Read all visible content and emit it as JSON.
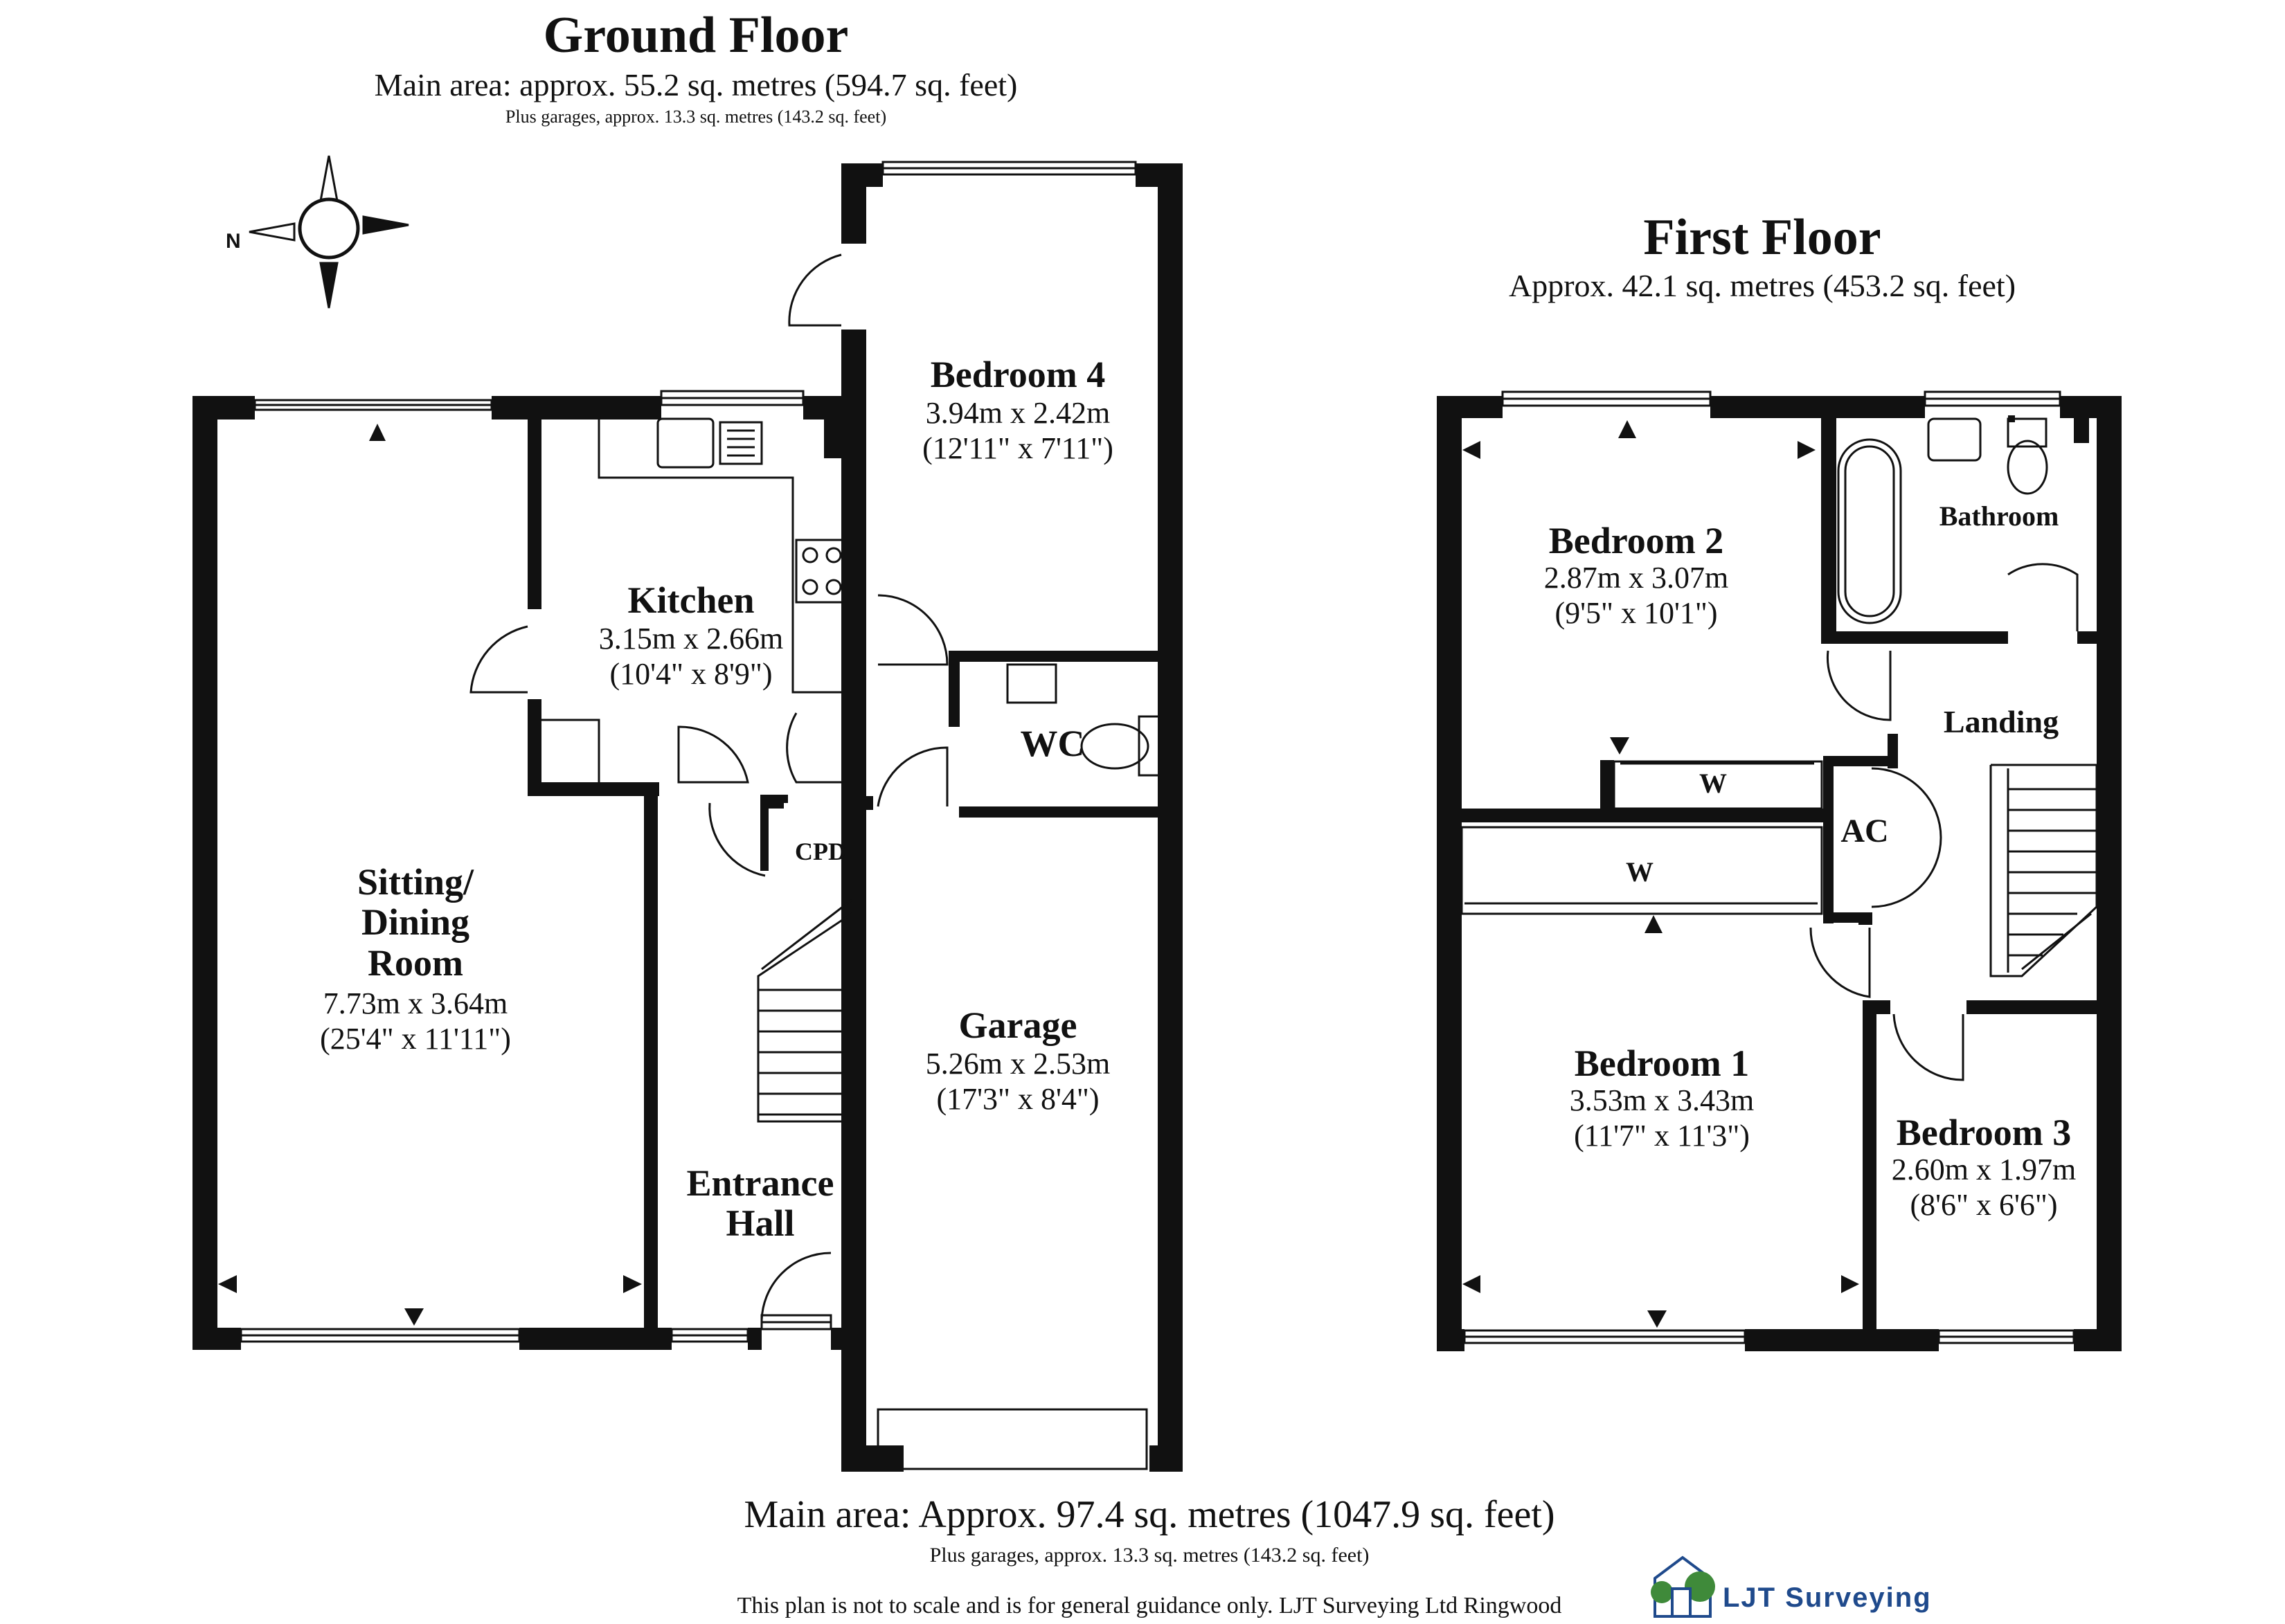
{
  "colors": {
    "wall": "#111111",
    "background": "#ffffff",
    "logo_blue": "#1f4a8c",
    "logo_green": "#3f8a3a"
  },
  "ground_floor": {
    "title": "Ground Floor",
    "main_area": "Main area: approx. 55.2 sq. metres (594.7 sq. feet)",
    "plus_garages": "Plus garages, approx. 13.3 sq. metres (143.2 sq. feet)",
    "compass_label": "N",
    "rooms": {
      "sitting_line1": "Sitting/",
      "sitting_line2": "Dining",
      "sitting_line3": "Room",
      "sitting_dim_m": "7.73m x 3.64m",
      "sitting_dim_ft": "(25'4\" x 11'11\")",
      "kitchen": "Kitchen",
      "kitchen_dim_m": "3.15m x 2.66m",
      "kitchen_dim_ft": "(10'4\" x 8'9\")",
      "bedroom4": "Bedroom 4",
      "bedroom4_dim_m": "3.94m x 2.42m",
      "bedroom4_dim_ft": "(12'11\" x 7'11\")",
      "wc": "WC",
      "cpd": "CPD",
      "garage": "Garage",
      "garage_dim_m": "5.26m x 2.53m",
      "garage_dim_ft": "(17'3\" x 8'4\")",
      "entrance_line1": "Entrance",
      "entrance_line2": "Hall"
    }
  },
  "first_floor": {
    "title": "First Floor",
    "area": "Approx. 42.1 sq. metres (453.2 sq. feet)",
    "rooms": {
      "bedroom2": "Bedroom 2",
      "bedroom2_dim_m": "2.87m x 3.07m",
      "bedroom2_dim_ft": "(9'5\" x 10'1\")",
      "bathroom": "Bathroom",
      "landing": "Landing",
      "wardrobe1": "W",
      "wardrobe2": "W",
      "ac": "AC",
      "bedroom1": "Bedroom 1",
      "bedroom1_dim_m": "3.53m x 3.43m",
      "bedroom1_dim_ft": "(11'7\" x 11'3\")",
      "bedroom3": "Bedroom 3",
      "bedroom3_dim_m": "2.60m x 1.97m",
      "bedroom3_dim_ft": "(8'6\" x 6'6\")"
    }
  },
  "footer": {
    "total": "Main area: Approx. 97.4 sq. metres (1047.9 sq. feet)",
    "plus_garages": "Plus garages, approx. 13.3 sq. metres (143.2 sq. feet)",
    "disclaimer": "This plan is not to scale and is for general guidance only. LJT Surveying Ltd Ringwood",
    "logo_text": "LJT Surveying"
  }
}
